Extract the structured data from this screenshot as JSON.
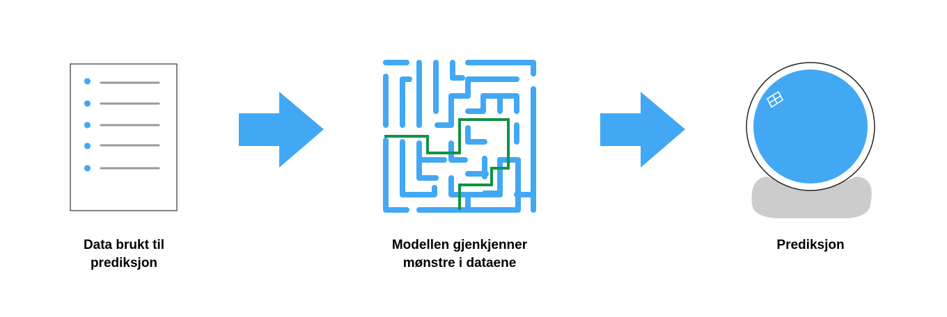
{
  "colors": {
    "accent": "#42A8F4",
    "path": "#119245",
    "doc_lines": "#999999",
    "doc_border": "#333333",
    "base": "#CCCCCC"
  },
  "steps": [
    {
      "icon": "document-list-icon",
      "caption_lines": [
        "Data brukt til",
        "prediksjon"
      ]
    },
    {
      "icon": "maze-icon",
      "caption_lines": [
        "Modellen gjenkjenner",
        "mønstre i dataene"
      ]
    },
    {
      "icon": "crystal-ball-icon",
      "caption_lines": [
        "Prediksjon"
      ]
    }
  ],
  "connectors": [
    {
      "icon": "arrow-right-icon"
    },
    {
      "icon": "arrow-right-icon"
    }
  ]
}
